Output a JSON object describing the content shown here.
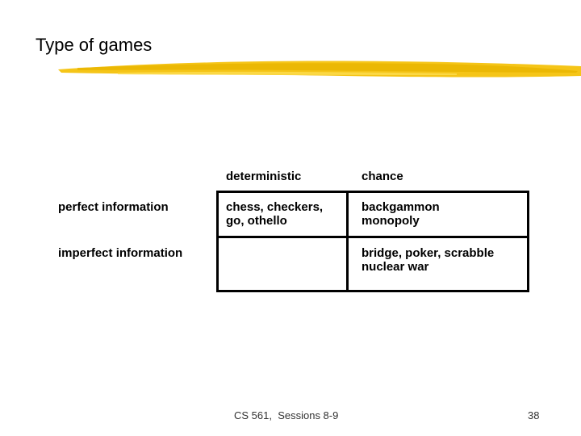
{
  "slide": {
    "title": "Type of games",
    "accent_color": "#f2c400"
  },
  "table": {
    "columns": [
      "deterministic",
      "chance"
    ],
    "rows": [
      {
        "label": "perfect information",
        "cells": [
          [
            "chess, checkers,",
            "go, othello"
          ],
          [
            "backgammon",
            "monopoly"
          ]
        ]
      },
      {
        "label": "imperfect information",
        "cells": [
          [],
          [
            "bridge, poker, scrabble",
            "nuclear war"
          ]
        ]
      }
    ]
  },
  "footer": {
    "course": "CS 561,  Sessions 8-9",
    "page_number": "38"
  }
}
